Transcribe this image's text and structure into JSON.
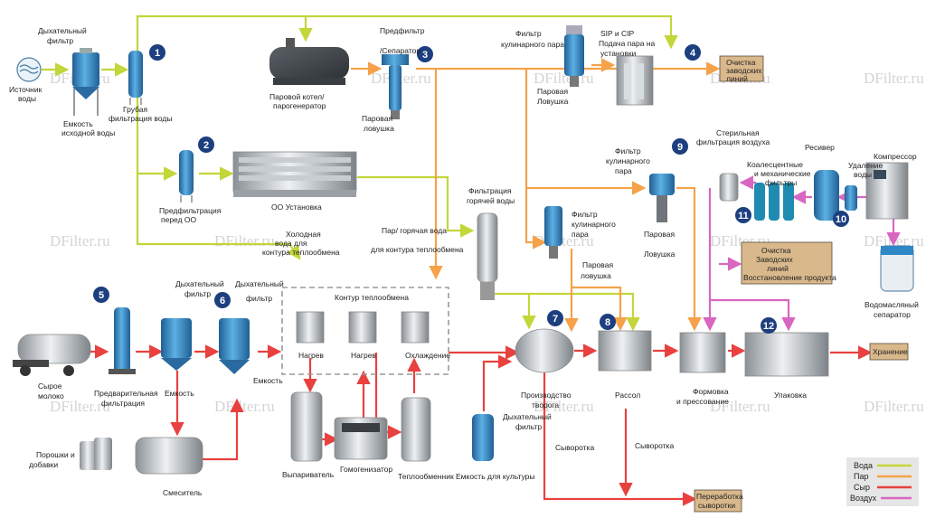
{
  "colors": {
    "water": "#c3d63a",
    "steam": "#f5a24a",
    "cheese": "#e8413f",
    "air": "#d966c1",
    "equipment": "#2f87c6",
    "badge": "#1d3f7f",
    "box_fill": "#d9b98c",
    "legend_bg": "#e6e6e6"
  },
  "watermark": "DFilter.ru",
  "legend": [
    {
      "label": "Вода",
      "color_key": "water"
    },
    {
      "label": "Пар",
      "color_key": "steam"
    },
    {
      "label": "Сыр",
      "color_key": "cheese"
    },
    {
      "label": "Воздух",
      "color_key": "air"
    }
  ],
  "badges": [
    "1",
    "2",
    "3",
    "4",
    "5",
    "6",
    "7",
    "8",
    "9",
    "10",
    "11",
    "12"
  ],
  "boxes": {
    "cleaning_top": [
      "Очистка",
      "заводских",
      "линий"
    ],
    "cleaning_mid": [
      "Очистка",
      "Заводских",
      "линий",
      "Восстановление продукта"
    ],
    "storage": [
      "Хранение"
    ],
    "whey_processing": [
      "Переработка",
      "сыворотки"
    ]
  },
  "labels": {
    "water_source": [
      "Источник",
      "воды"
    ],
    "breathing_filter_tank": [
      "Дыхательный",
      "фильтр"
    ],
    "source_tank": [
      "Емкость",
      "исходной воды"
    ],
    "coarse_filter": [
      "Грубая",
      "фильтрация воды"
    ],
    "steam_boiler": [
      "Паровой котел/",
      "парогенератор"
    ],
    "prefilter_separator": [
      "Предфильтр",
      "/Сепаратор"
    ],
    "steam_trap_1": [
      "Паровая",
      "ловушка"
    ],
    "culinary_filter_top": [
      "Фильтр",
      "кулинарного пара"
    ],
    "sip_cip": [
      "SIP и CIP",
      "Подача пара на",
      "установки"
    ],
    "steam_trap_top": [
      "Паровая",
      "Ловушка"
    ],
    "prefilter_ro": [
      "Предфильтрация",
      "перед ОО"
    ],
    "ro_unit": [
      "ОО Установка"
    ],
    "cold_water": [
      "Холодная",
      "вода для",
      "контура теплообмена"
    ],
    "hot_water_steam": [
      "Пар/ горячая вода",
      "для контура теплообмена"
    ],
    "hot_water_filter": [
      "Фильтрация",
      "горячей воды"
    ],
    "culinary_filter_mid": [
      "Фильтр",
      "кулинарного",
      "пара"
    ],
    "steam_trap_mid": [
      "Паровая",
      "ловушка"
    ],
    "culinary_filter_right": [
      "Фильтр",
      "кулинарного",
      "пара"
    ],
    "steam_trap_right": [
      "Паровая",
      "Ловушка"
    ],
    "sterile_air": [
      "Стерильная",
      "фильтрация воздуха"
    ],
    "receiver": [
      "Ресивер"
    ],
    "compressor": [
      "Компрессор"
    ],
    "coalescent": [
      "Коалесцентные",
      "и механические",
      "фильтры"
    ],
    "water_removal": [
      "Удаление",
      "воды"
    ],
    "oil_water_separator": [
      "Водомасляный",
      "сепаратор"
    ],
    "raw_milk": [
      "Сырое",
      "молоко"
    ],
    "prelim_filtration": [
      "Предварительная",
      "фильтрация"
    ],
    "tank_a": [
      "Емкость"
    ],
    "breathing_filter_a": [
      "Дыхательный",
      "фильтр"
    ],
    "breathing_filter_b": [
      "Дыхательный",
      "фильтр"
    ],
    "tank_b": [
      "Емкость"
    ],
    "heat_loop": [
      "Контур теплообмена"
    ],
    "heating_1": [
      "Нагрев"
    ],
    "heating_2": [
      "Нагрев"
    ],
    "cooling": [
      "Охлаждение"
    ],
    "powders": [
      "Порошки и",
      "добавки"
    ],
    "mixer": [
      "Смеситель"
    ],
    "evaporator": [
      "Выпариватель"
    ],
    "homogenizer": [
      "Гомогенизатор"
    ],
    "heat_exchanger": [
      "Теплообменник"
    ],
    "culture_tank": [
      "Емкость для культуры"
    ],
    "breathing_filter_c": [
      "Дыхательный",
      "фильтр"
    ],
    "curd_production": [
      "Производство",
      "творога"
    ],
    "brine": [
      "Рассол"
    ],
    "forming": [
      "Формовка",
      "и прессование"
    ],
    "packaging": [
      "Упаковка"
    ],
    "whey_1": [
      "Сыворотка"
    ],
    "whey_2": [
      "Сыворотка"
    ]
  }
}
